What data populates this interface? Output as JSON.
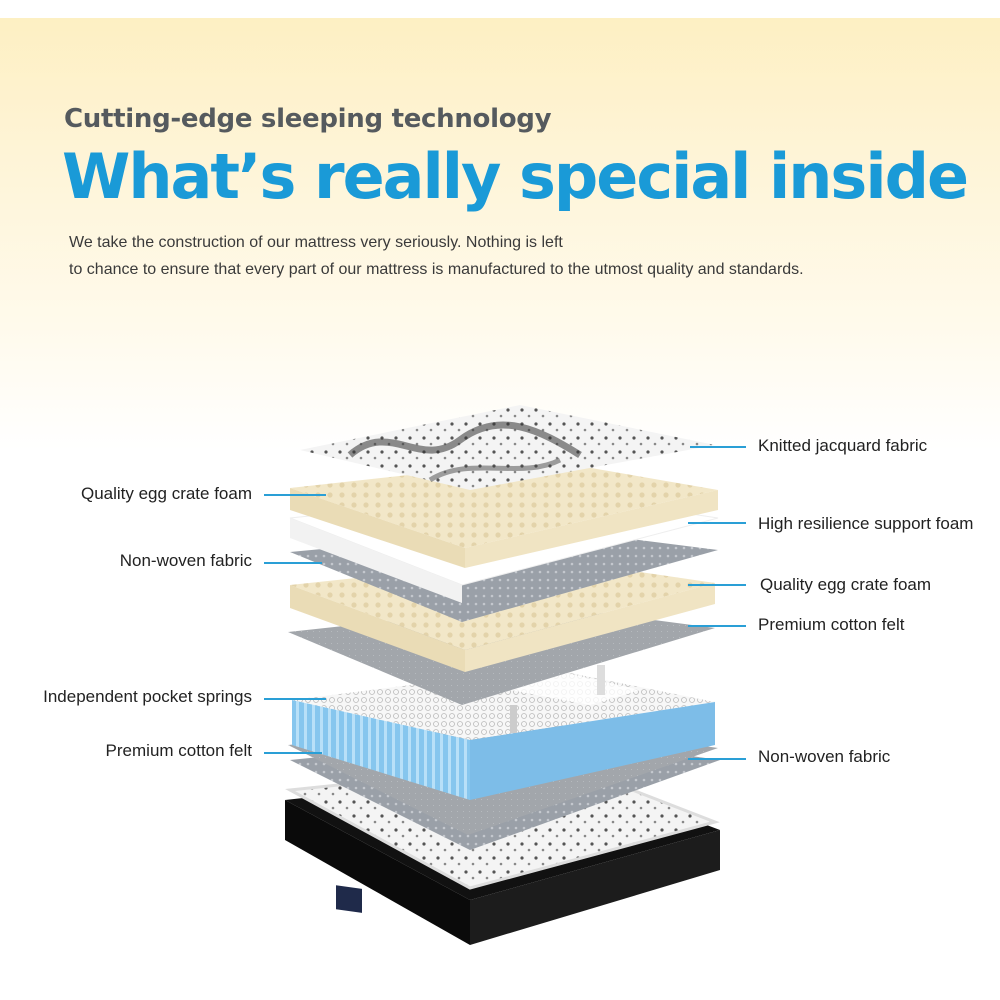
{
  "header": {
    "subtitle": "Cutting-edge sleeping technology",
    "headline": "What’s really special inside",
    "description_line1": "We take the construction of our mattress very seriously. Nothing is left",
    "description_line2": "to chance to ensure that every part of our mattress is manufactured to the utmost quality and standards."
  },
  "labels": {
    "knitted_jacquard": "Knitted jacquard fabric",
    "egg_crate_top": "Quality egg crate foam",
    "high_resilience": "High resilience support foam",
    "non_woven_top": "Non-woven fabric",
    "egg_crate_mid": "Quality egg crate foam",
    "cotton_felt_top": "Premium cotton felt",
    "pocket_springs": "Independent pocket springs",
    "cotton_felt_bottom": "Premium cotton felt",
    "non_woven_bottom": "Non-woven fabric"
  },
  "colors": {
    "accent": "#1a9ad7",
    "leader_line": "#2a9fd6",
    "subtitle": "#555a5e",
    "foam": "#efe3c4",
    "felt": "#9a9ea3",
    "springs": "#8cc9ef",
    "mattress_base": "#111111"
  }
}
